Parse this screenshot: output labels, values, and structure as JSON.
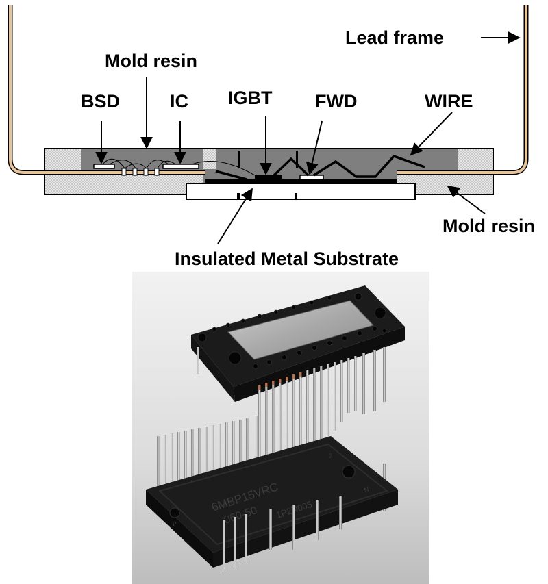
{
  "diagram": {
    "labels": {
      "lead_frame": "Lead frame",
      "mold_resin_top": "Mold resin",
      "bsd": "BSD",
      "ic": "IC",
      "igbt": "IGBT",
      "fwd": "FWD",
      "wire": "WIRE",
      "mold_resin_right": "Mold resin",
      "substrate": "Insulated Metal Substrate"
    },
    "colors": {
      "lead_frame": "#e8c49a",
      "mold_resin_gray": "#7f7f7f",
      "mold_resin_dotted": "#d9d9d9"
    }
  },
  "photo": {
    "top_module": {
      "markings": []
    },
    "bottom_module": {
      "markings": [
        "6MBP15VRC",
        "060-50",
        "1P2N005"
      ],
      "pin_labels": [
        "P",
        "N",
        "2"
      ]
    }
  }
}
